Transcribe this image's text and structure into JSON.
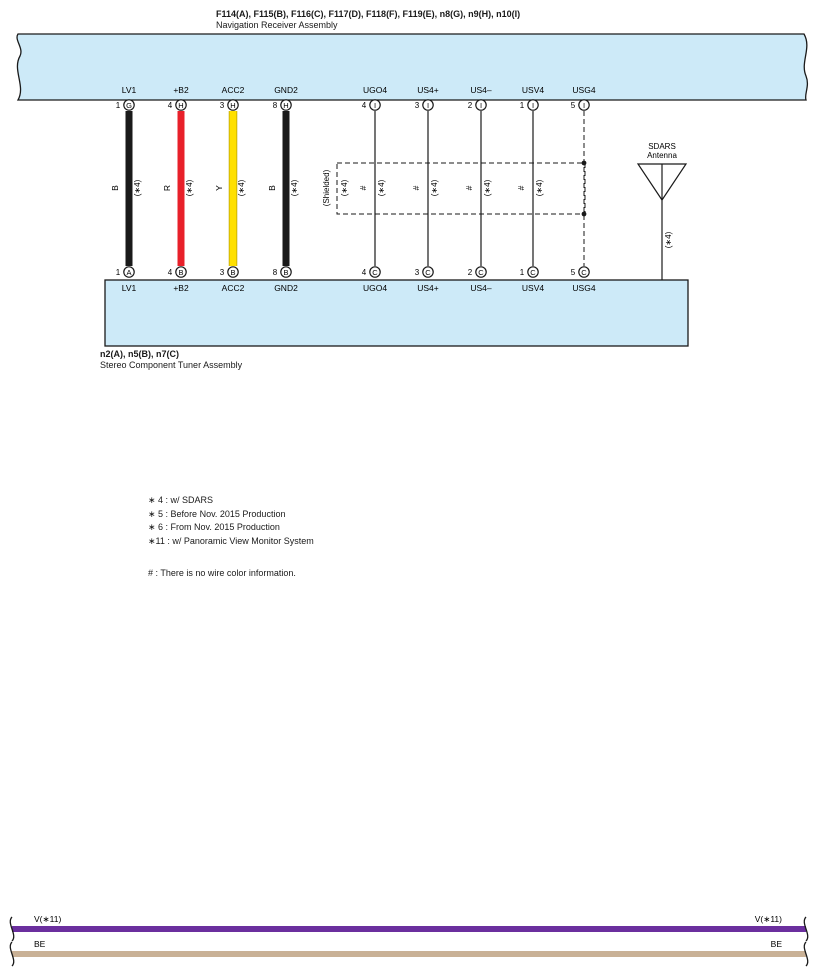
{
  "top_box": {
    "connectors": "F114(A), F115(B), F116(C), F117(D), F118(F), F119(E), n8(G), n9(H), n10(I)",
    "name": "Navigation Receiver Assembly"
  },
  "bottom_box": {
    "connectors": "n2(A), n5(B), n7(C)",
    "name": "Stereo Component Tuner Assembly"
  },
  "top_pins": [
    {
      "label": "LV1",
      "pin": "1",
      "conn": "G"
    },
    {
      "label": "+B2",
      "pin": "4",
      "conn": "H"
    },
    {
      "label": "ACC2",
      "pin": "3",
      "conn": "H"
    },
    {
      "label": "GND2",
      "pin": "8",
      "conn": "H"
    },
    {
      "label": "UGO4",
      "pin": "4",
      "conn": "I"
    },
    {
      "label": "US4+",
      "pin": "3",
      "conn": "I"
    },
    {
      "label": "US4–",
      "pin": "2",
      "conn": "I"
    },
    {
      "label": "USV4",
      "pin": "1",
      "conn": "I"
    },
    {
      "label": "USG4",
      "pin": "5",
      "conn": "I"
    }
  ],
  "bottom_pins": [
    {
      "label": "LV1",
      "pin": "1",
      "conn": "A"
    },
    {
      "label": "+B2",
      "pin": "4",
      "conn": "B"
    },
    {
      "label": "ACC2",
      "pin": "3",
      "conn": "B"
    },
    {
      "label": "GND2",
      "pin": "8",
      "conn": "B"
    },
    {
      "label": "UGO4",
      "pin": "4",
      "conn": "C"
    },
    {
      "label": "US4+",
      "pin": "3",
      "conn": "C"
    },
    {
      "label": "US4–",
      "pin": "2",
      "conn": "C"
    },
    {
      "label": "USV4",
      "pin": "1",
      "conn": "C"
    },
    {
      "label": "USG4",
      "pin": "5",
      "conn": "C"
    }
  ],
  "wires": [
    {
      "color_code": "B",
      "note": "(∗4)",
      "stroke": "#1a1a1a",
      "style": "thick"
    },
    {
      "color_code": "R",
      "note": "(∗4)",
      "stroke": "#e8202a",
      "style": "thick"
    },
    {
      "color_code": "Y",
      "note": "(∗4)",
      "stroke": "#ffe000",
      "style": "thick"
    },
    {
      "color_code": "B",
      "note": "(∗4)",
      "stroke": "#1a1a1a",
      "style": "thick"
    },
    {
      "color_code": "#",
      "note": "(∗4)",
      "stroke": "#1a1a1a",
      "style": "thin"
    },
    {
      "color_code": "#",
      "note": "(∗4)",
      "stroke": "#1a1a1a",
      "style": "thin"
    },
    {
      "color_code": "#",
      "note": "(∗4)",
      "stroke": "#1a1a1a",
      "style": "thin"
    },
    {
      "color_code": "#",
      "note": "(∗4)",
      "stroke": "#1a1a1a",
      "style": "thin"
    },
    {
      "color_code": "",
      "note": "",
      "stroke": "#1a1a1a",
      "style": "dashed"
    }
  ],
  "shield": {
    "label": "(Shielded)",
    "note": "(∗4)"
  },
  "antenna": {
    "line1": "SDARS",
    "line2": "Antenna",
    "note": "(∗4)"
  },
  "notes": [
    "∗ 4 : w/ SDARS",
    "∗ 5 : Before Nov.  2015 Production",
    "∗ 6 : From Nov.  2015 Production",
    "∗11 : w/ Panoramic View Monitor System"
  ],
  "hash_note": "# : There is no wire color information.",
  "bottom_wires": [
    {
      "label": "V(∗11)",
      "color": "#6b2f9e"
    },
    {
      "label": "BE",
      "color": "#c9b196"
    }
  ],
  "colors": {
    "box_fill": "#cdeaf8",
    "box_stroke": "#1a1a1a"
  }
}
